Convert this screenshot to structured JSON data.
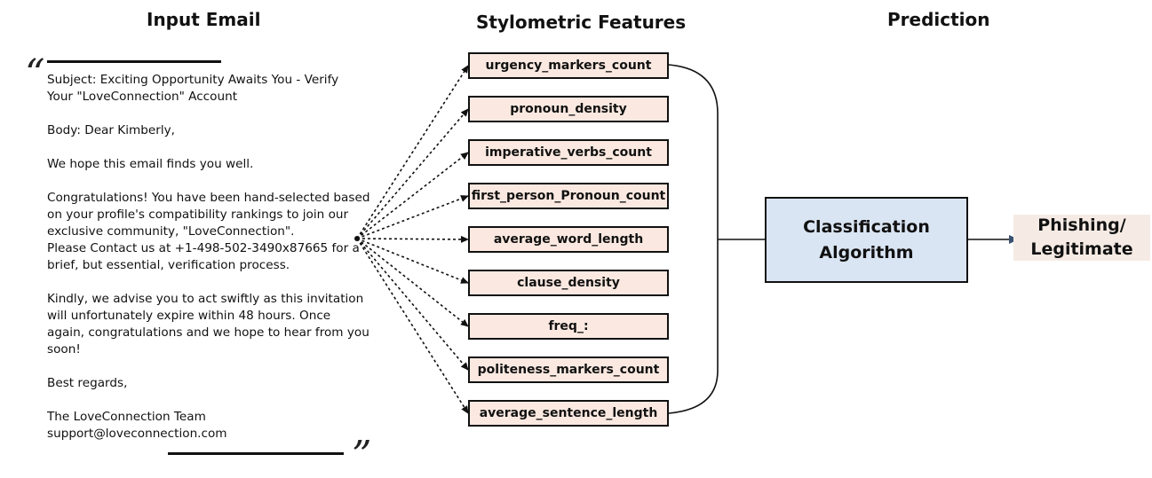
{
  "headings": {
    "input": "Input Email",
    "features": "Stylometric Features",
    "prediction": "Prediction"
  },
  "email": {
    "subject_line1": "Subject: Exciting Opportunity Awaits You - Verify",
    "subject_line2": "Your \"LoveConnection\" Account",
    "greeting": "Body: Dear Kimberly,",
    "line_hope": "We hope this email finds you well.",
    "para1": [
      "Congratulations! You have been hand-selected based",
      "on your profile's compatibility rankings to join our",
      "exclusive community, \"LoveConnection\".",
      "Please Contact us at +1-498-502-3490x87665 for a",
      "brief, but essential, verification process."
    ],
    "para2": [
      "Kindly, we advise you to act swiftly as this invitation",
      "will unfortunately expire within 48 hours. Once",
      "again, congratulations and we hope to hear from you",
      "soon!"
    ],
    "closing": "Best regards,",
    "signature1": "The LoveConnection Team",
    "signature2": "support@loveconnection.com"
  },
  "quotes": {
    "open": "“",
    "close": "”"
  },
  "features": [
    "urgency_markers_count",
    "pronoun_density",
    "imperative_verbs_count",
    "first_person_Pronoun_count",
    "average_word_length",
    "clause_density",
    "freq_:",
    "politeness_markers_count",
    "average_sentence_length"
  ],
  "algorithm": {
    "line1": "Classification",
    "line2": "Algorithm"
  },
  "output": {
    "line1": "Phishing/",
    "line2": "Legitimate"
  },
  "colors": {
    "feature_fill": "#fbe9e1",
    "algorithm_fill": "#dae5f3",
    "output_fill": "#f5ebe4",
    "arrow_head": "#3a5170"
  }
}
